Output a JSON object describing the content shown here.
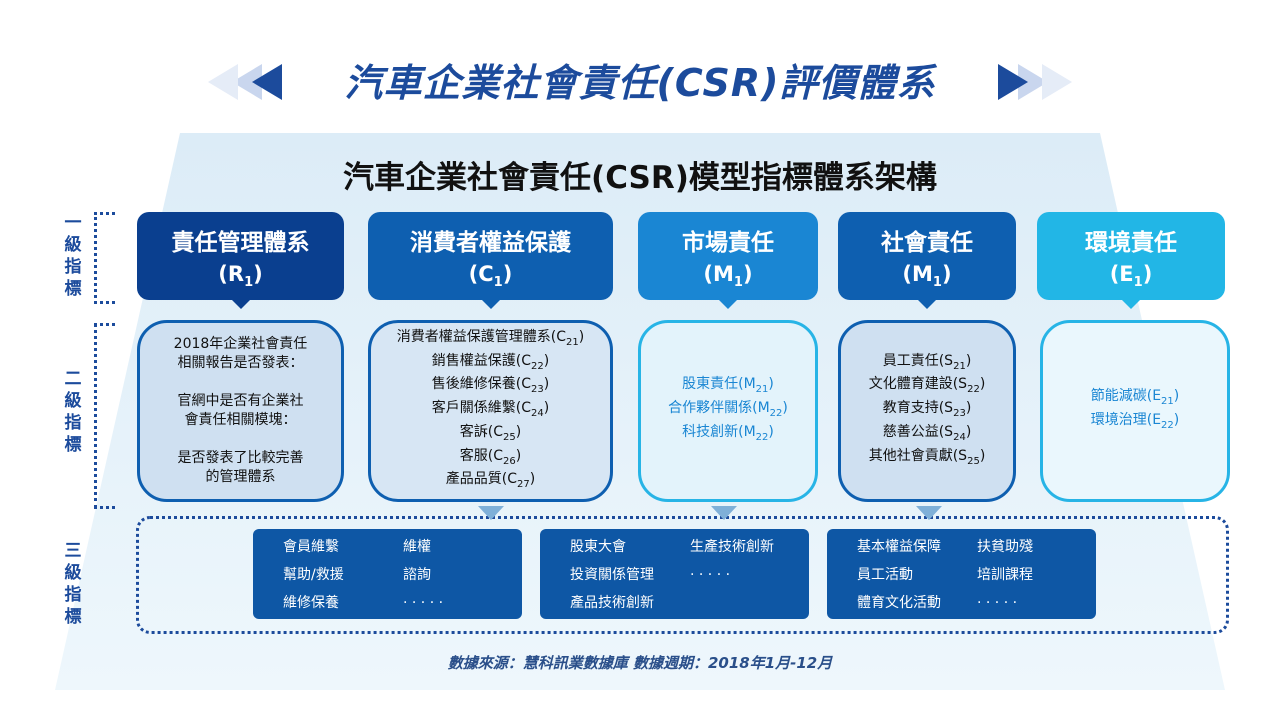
{
  "title": "汽車企業社會責任(CSR)評價體系",
  "subtitle": "汽車企業社會責任(CSR)模型指標體系架構",
  "level_labels": [
    {
      "lines": [
        "一",
        "級",
        "指",
        "標"
      ]
    },
    {
      "lines": [
        "二",
        "級",
        "指",
        "標"
      ]
    },
    {
      "lines": [
        "三",
        "級",
        "指",
        "標"
      ]
    }
  ],
  "level1": [
    {
      "name": "責任管理體系",
      "code": "R",
      "sub": "1",
      "color": "#0a3f8f"
    },
    {
      "name": "消費者權益保護",
      "code": "C",
      "sub": "1",
      "color": "#0e5fb0"
    },
    {
      "name": "市場責任",
      "code": "M",
      "sub": "1",
      "color": "#1a86d3"
    },
    {
      "name": "社會責任",
      "code": "M",
      "sub": "1",
      "color": "#0e5fb0"
    },
    {
      "name": "環境責任",
      "code": "E",
      "sub": "1",
      "color": "#22b6e6"
    }
  ],
  "level2": [
    {
      "lines": [
        {
          "t": "2018年企業社會責任"
        },
        {
          "t": "相關報告是否發表："
        },
        {
          "gap": true
        },
        {
          "t": "官網中是否有企業社"
        },
        {
          "t": "會責任相關模塊："
        },
        {
          "gap": true
        },
        {
          "t": "是否發表了比較完善"
        },
        {
          "t": "的管理體系"
        }
      ],
      "fill": "#cfe0f1",
      "border": "#0e5fb0",
      "text": "#111111"
    },
    {
      "lines": [
        {
          "t": "消費者權益保護管理體系(C",
          "sub": "21",
          "after": ")"
        },
        {
          "t": "銷售權益保護(C",
          "sub": "22",
          "after": ")"
        },
        {
          "t": "售後維修保養(C",
          "sub": "23",
          "after": ")"
        },
        {
          "t": "客戶關係維繫(C",
          "sub": "24",
          "after": ")"
        },
        {
          "t": "客訴(C",
          "sub": "25",
          "after": ")"
        },
        {
          "t": "客服(C",
          "sub": "26",
          "after": ")"
        },
        {
          "t": "產品品質(C",
          "sub": "27",
          "after": ")"
        }
      ],
      "fill": "#d7e6f4",
      "border": "#0e5fb0",
      "text": "#111111"
    },
    {
      "lines": [
        {
          "t": "股東責任(M",
          "sub": "21",
          "after": ")"
        },
        {
          "t": "合作夥伴關係(M",
          "sub": "22",
          "after": ")"
        },
        {
          "t": "科技創新(M",
          "sub": "22",
          "after": ")"
        }
      ],
      "fill": "#e3f3fb",
      "border": "#27b4e6",
      "text": "#1a86d3"
    },
    {
      "lines": [
        {
          "t": "員工責任(S",
          "sub": "21",
          "after": ")"
        },
        {
          "t": "文化體育建設(S",
          "sub": "22",
          "after": ")"
        },
        {
          "t": "教育支持(S",
          "sub": "23",
          "after": ")"
        },
        {
          "t": "慈善公益(S",
          "sub": "24",
          "after": ")"
        },
        {
          "t": "其他社會貢獻(S",
          "sub": "25",
          "after": ")"
        }
      ],
      "fill": "#cfe0f1",
      "border": "#0e5fb0",
      "text": "#111111"
    },
    {
      "lines": [
        {
          "t": "節能減碳(E",
          "sub": "21",
          "after": ")"
        },
        {
          "t": "環境治理(E",
          "sub": "22",
          "after": ")"
        }
      ],
      "fill": "#eaf7fd",
      "border": "#27b4e6",
      "text": "#1a86d3"
    }
  ],
  "level3": [
    {
      "cells": [
        [
          "會員維繫",
          "維權"
        ],
        [
          "幫助/救援",
          "諮詢"
        ],
        [
          "維修保養",
          "· · · · ·"
        ]
      ]
    },
    {
      "cells": [
        [
          "股東大會",
          "生產技術創新"
        ],
        [
          "投資關係管理",
          "· · · · ·"
        ],
        [
          "產品技術創新",
          ""
        ]
      ]
    },
    {
      "cells": [
        [
          "基本權益保障",
          "扶貧助殘"
        ],
        [
          "員工活動",
          "培訓課程"
        ],
        [
          "體育文化活動",
          "· · · · ·"
        ]
      ]
    }
  ],
  "footer": "數據來源：慧科訊業數據庫  數據週期：2018年1月-12月"
}
